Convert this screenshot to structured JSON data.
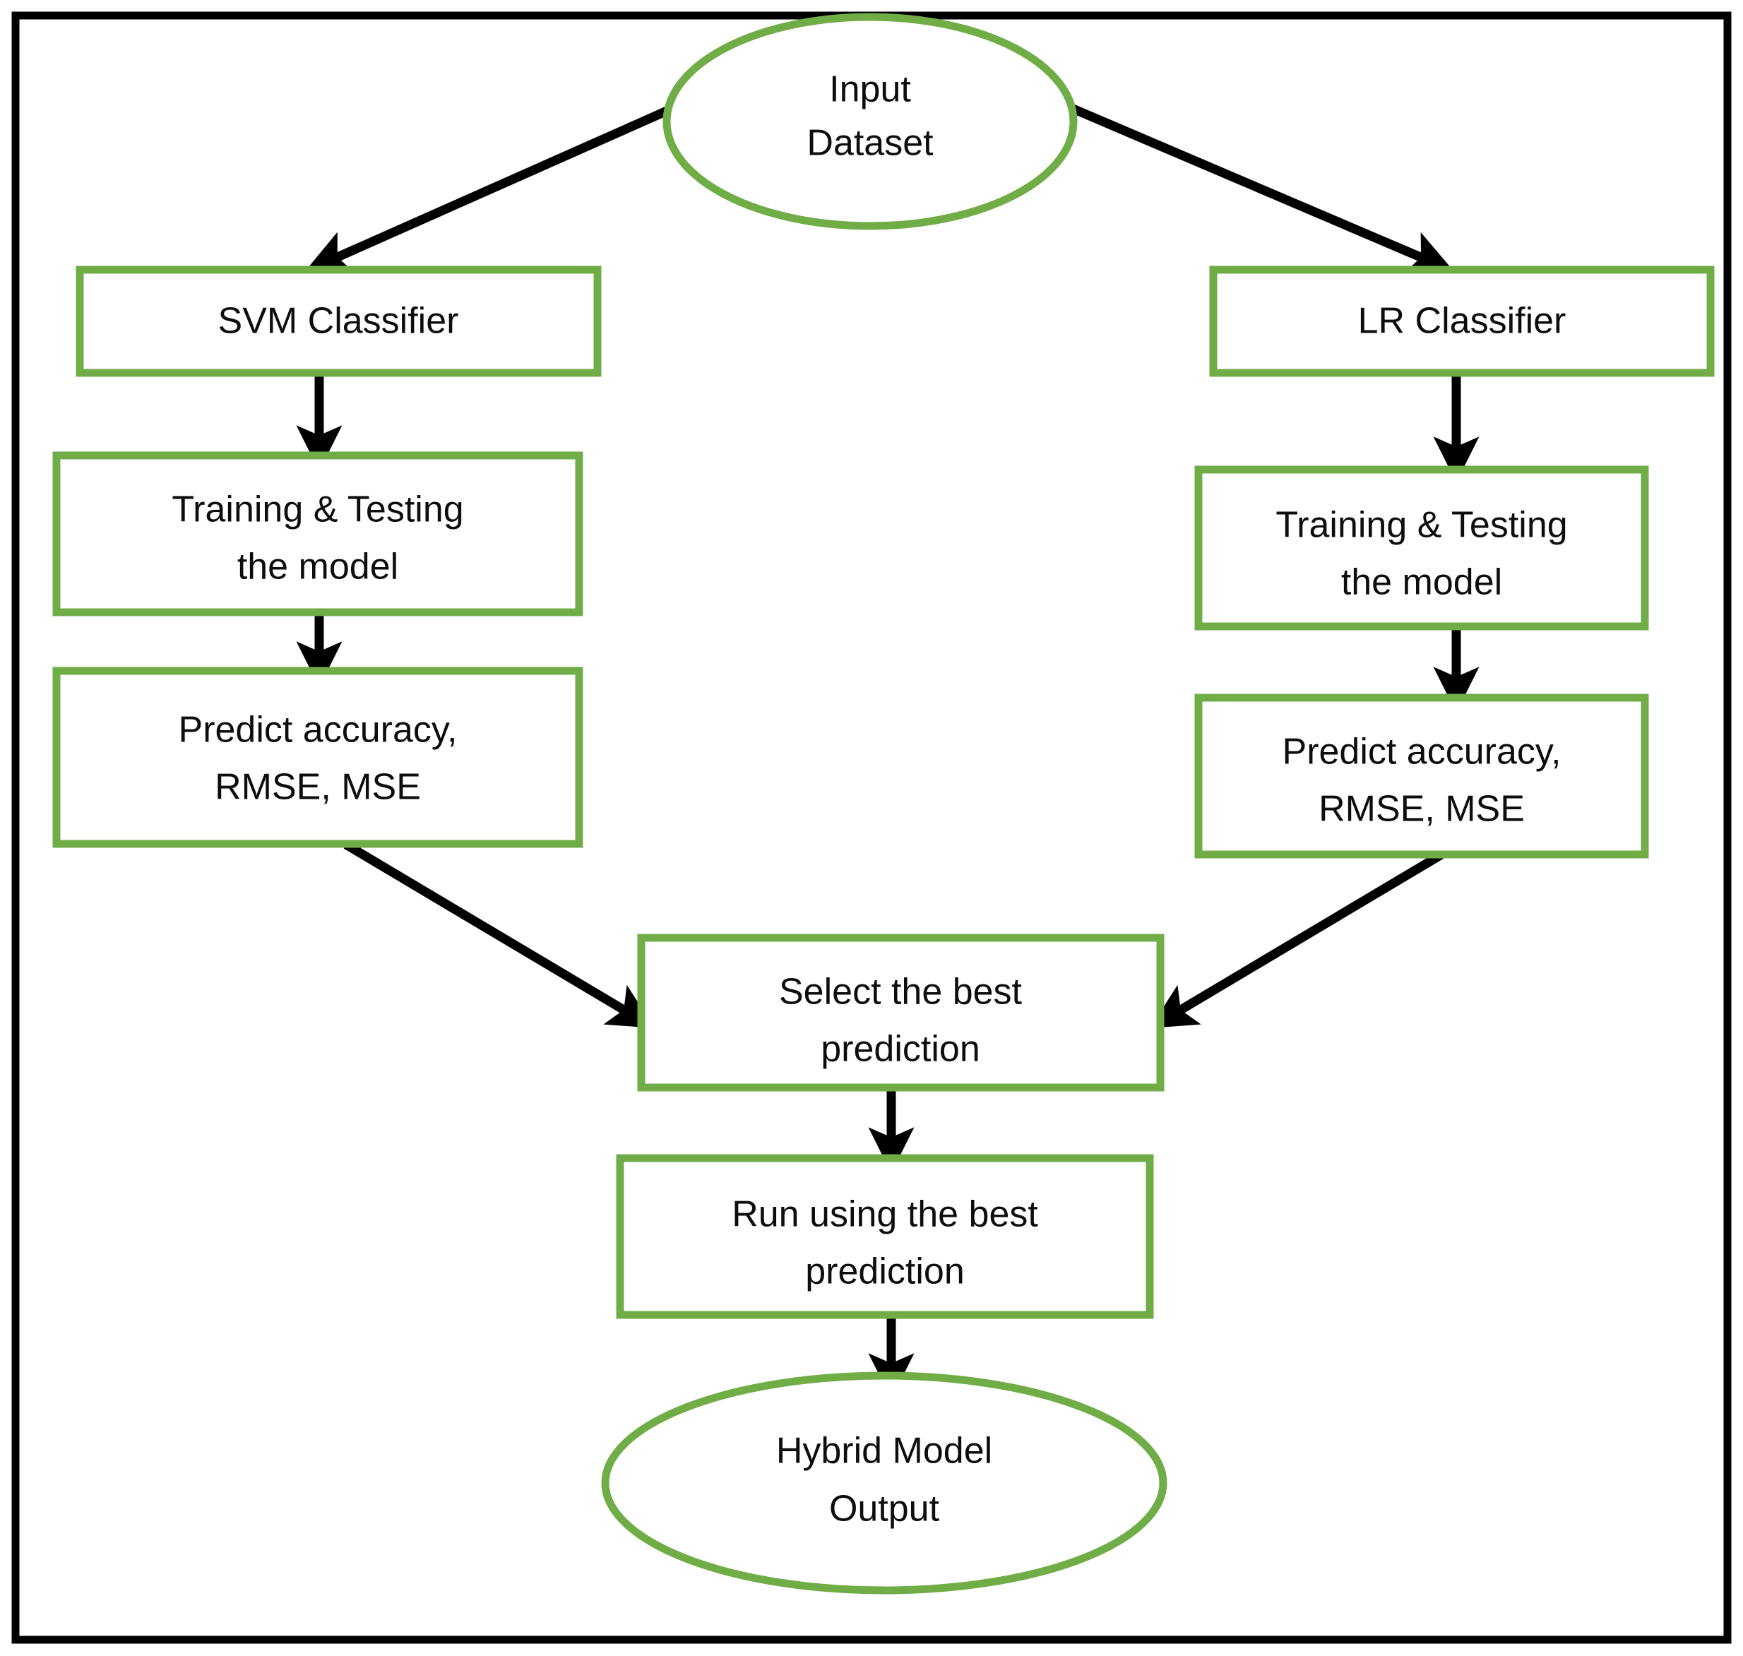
{
  "diagram": {
    "title": "Hybrid Model Flowchart",
    "colors": {
      "node_border": "#70AD47",
      "node_fill": "#FFFFFF",
      "edge": "#000000",
      "frame": "#000000",
      "text": "#0D0D0D",
      "background": "#FFFFFF"
    },
    "nodes": [
      {
        "id": "input-dataset",
        "shape": "ellipse",
        "lines": [
          "Input",
          "Dataset"
        ]
      },
      {
        "id": "svm-classifier",
        "shape": "rect",
        "lines": [
          "SVM Classifier"
        ]
      },
      {
        "id": "lr-classifier",
        "shape": "rect",
        "lines": [
          "LR Classifier"
        ]
      },
      {
        "id": "svm-training-testing",
        "shape": "rect",
        "lines": [
          "Training & Testing",
          "the model"
        ]
      },
      {
        "id": "lr-training-testing",
        "shape": "rect",
        "lines": [
          "Training & Testing",
          "the model"
        ]
      },
      {
        "id": "svm-predict-metrics",
        "shape": "rect",
        "lines": [
          "Predict accuracy,",
          "RMSE, MSE"
        ]
      },
      {
        "id": "lr-predict-metrics",
        "shape": "rect",
        "lines": [
          "Predict accuracy,",
          "RMSE, MSE"
        ]
      },
      {
        "id": "select-best-prediction",
        "shape": "rect",
        "lines": [
          "Select the best",
          "prediction"
        ]
      },
      {
        "id": "run-best-prediction",
        "shape": "rect",
        "lines": [
          "Run using the best",
          "prediction"
        ]
      },
      {
        "id": "hybrid-model-output",
        "shape": "ellipse",
        "lines": [
          "Hybrid Model",
          "Output"
        ]
      }
    ],
    "edges": [
      {
        "from": "input-dataset",
        "to": "svm-classifier",
        "style": "diagonal-arrow"
      },
      {
        "from": "input-dataset",
        "to": "lr-classifier",
        "style": "diagonal-arrow"
      },
      {
        "from": "svm-classifier",
        "to": "svm-training-testing",
        "style": "vertical-arrow"
      },
      {
        "from": "lr-classifier",
        "to": "lr-training-testing",
        "style": "vertical-arrow"
      },
      {
        "from": "svm-training-testing",
        "to": "svm-predict-metrics",
        "style": "vertical-arrow"
      },
      {
        "from": "lr-training-testing",
        "to": "lr-predict-metrics",
        "style": "vertical-arrow"
      },
      {
        "from": "svm-predict-metrics",
        "to": "select-best-prediction",
        "style": "diagonal-arrow"
      },
      {
        "from": "lr-predict-metrics",
        "to": "select-best-prediction",
        "style": "diagonal-arrow"
      },
      {
        "from": "select-best-prediction",
        "to": "run-best-prediction",
        "style": "vertical-arrow"
      },
      {
        "from": "run-best-prediction",
        "to": "hybrid-model-output",
        "style": "vertical-arrow"
      }
    ],
    "node_text": {
      "input_dataset_line1": "Input",
      "input_dataset_line2": "Dataset",
      "svm_classifier_line1": "SVM Classifier",
      "lr_classifier_line1": "LR Classifier",
      "svm_training_line1": "Training & Testing",
      "svm_training_line2": "the model",
      "lr_training_line1": "Training & Testing",
      "lr_training_line2": "the model",
      "svm_predict_line1": "Predict accuracy,",
      "svm_predict_line2": "RMSE, MSE",
      "lr_predict_line1": "Predict accuracy,",
      "lr_predict_line2": "RMSE, MSE",
      "select_best_line1": "Select the best",
      "select_best_line2": "prediction",
      "run_best_line1": "Run using the best",
      "run_best_line2": "prediction",
      "output_line1": "Hybrid Model",
      "output_line2": "Output"
    }
  }
}
